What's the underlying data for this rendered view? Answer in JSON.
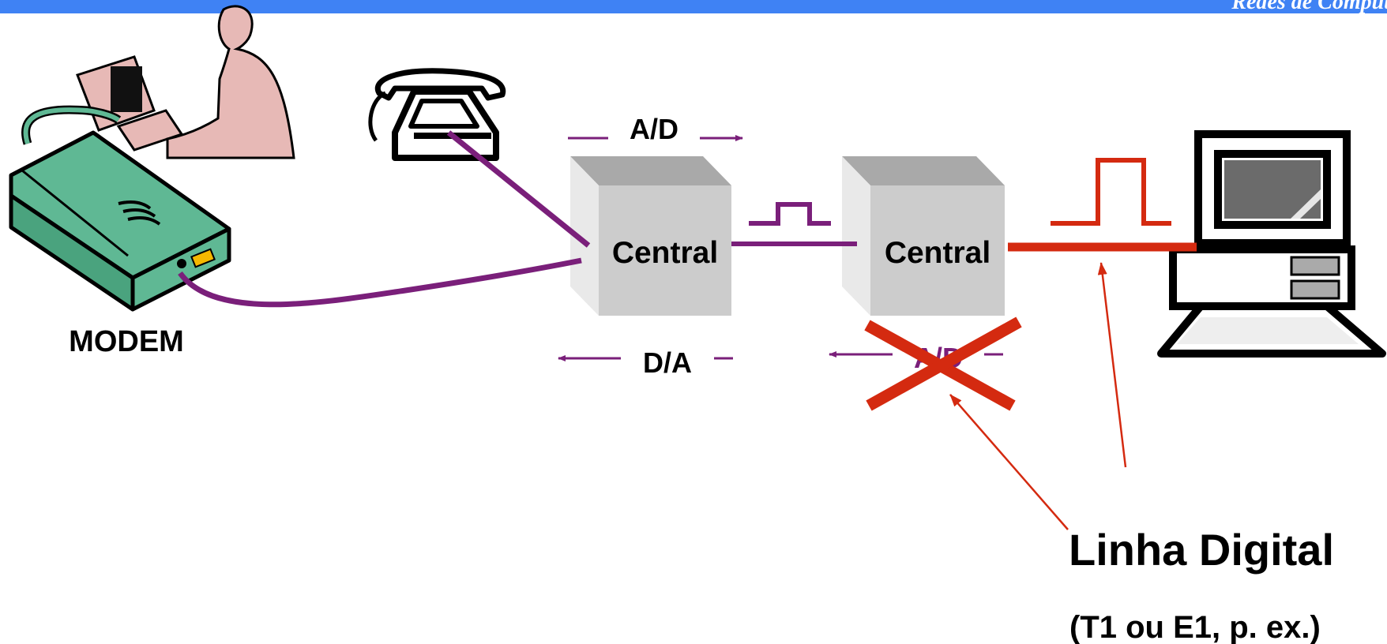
{
  "header": {
    "title": "Redes de Comput"
  },
  "labels": {
    "modem": "MODEM",
    "central_1": "Central",
    "central_2": "Central",
    "ad_top": "A/D",
    "da_bottom": "D/A",
    "ad_crossed": "A/D",
    "linha_digital": "Linha Digital",
    "linha_digital_sub": "(T1 ou E1, p. ex.)"
  },
  "icons": [
    "user-at-computer-icon",
    "modem-icon",
    "telephone-icon",
    "computer-icon"
  ],
  "colors": {
    "header_bar": "#3f82f4",
    "analog_line": "#7a1f7a",
    "digital_line": "#d42a10",
    "modem_body": "#5fb894",
    "central_box": "#cccccc"
  }
}
